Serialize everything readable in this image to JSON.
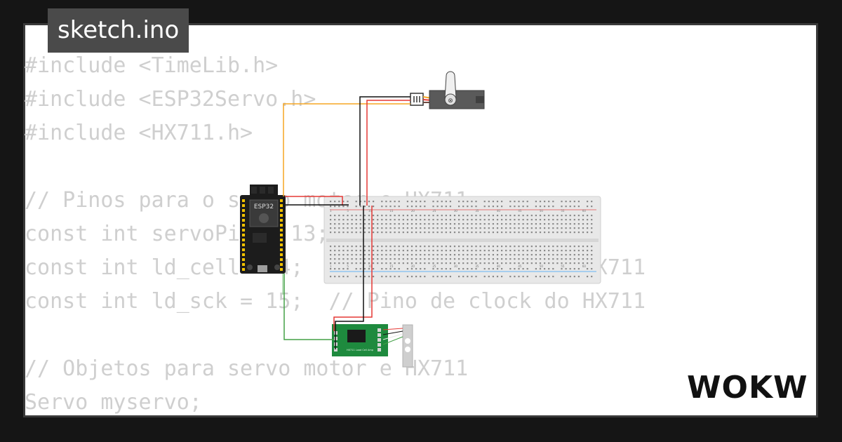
{
  "tab": {
    "filename": "sketch.ino"
  },
  "code_lines": [
    "#include <TimeLib.h>",
    "#include <ESP32Servo.h>",
    "#include <HX711.h>",
    "",
    "// Pinos para o servo motor e HX711",
    "const int servoPin = 13; // Pino do servo",
    "const int ld_cell = 4;  // Pino de dados do HX711",
    "const int ld_sck = 15;  // Pino de clock do HX711",
    "",
    "// Objetos para servo motor e HX711",
    "Servo myservo;"
  ],
  "circuit": {
    "esp32_label": "ESP32",
    "hx711_label": "HX711 Load Cell Amp",
    "breadboard_numbers": [
      "1",
      "5",
      "10",
      "15",
      "20",
      "25",
      "30",
      "35",
      "40",
      "45",
      "50",
      "55",
      "60"
    ],
    "wire_colors": {
      "power": "#e53935",
      "ground": "#111111",
      "signal": "#f5a623",
      "data": "#43a047"
    }
  },
  "brand": {
    "logo": "WOKWi"
  },
  "colors": {
    "background": "#151515",
    "card": "#ffffff",
    "tab": "#4a4a4a",
    "code": "#cfcfcf"
  }
}
